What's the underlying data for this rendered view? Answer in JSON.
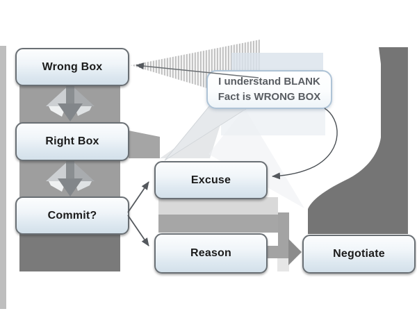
{
  "diagram": {
    "nodes": {
      "wrong_box": {
        "label": "Wrong Box"
      },
      "right_box": {
        "label": "Right Box"
      },
      "commit": {
        "label": "Commit?"
      },
      "excuse": {
        "label": "Excuse"
      },
      "reason": {
        "label": "Reason"
      },
      "negotiate": {
        "label": "Negotiate"
      }
    },
    "callout": {
      "line1": "I understand BLANK",
      "line2": "Fact is WRONG BOX"
    },
    "colors": {
      "node_border": "#696f74",
      "node_fill_top": "#fcfdfe",
      "node_fill_bottom": "#d3e0ea",
      "node_text": "#1b1b1b",
      "connector_band_gray": "#9e9e9e",
      "dark_block_gray": "#7a7a7a",
      "swoosh_gray": "#757575",
      "thick_arrow_gray": "#a3a3a3",
      "thin_arrow": "#54585d",
      "callout_border": "#aec3d6",
      "callout_text": "#595d62"
    }
  }
}
